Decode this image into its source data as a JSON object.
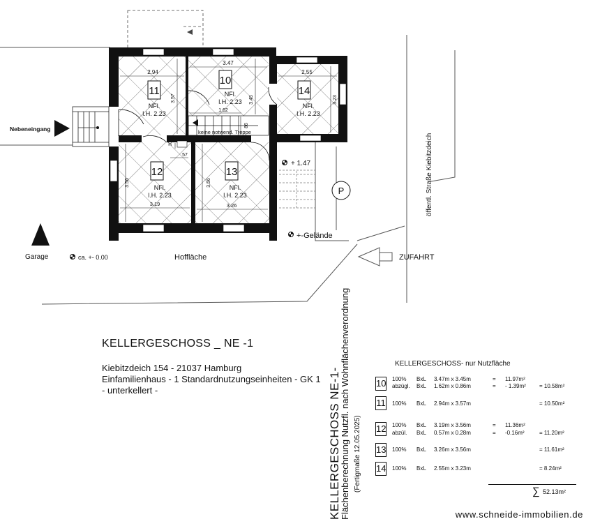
{
  "plan": {
    "rooms": [
      {
        "number": "11",
        "nfl": "NFl.",
        "lh": "l.H. 2.23",
        "width": "2.94",
        "depth": "3.57"
      },
      {
        "number": "10",
        "nfl": "NFl.",
        "lh": "l.H. 2.23",
        "width": "3.47",
        "depth": "3.45"
      },
      {
        "number": "14",
        "nfl": "NFl.",
        "lh": "l.H. 2.23",
        "width": "2.55",
        "depth": "3.23"
      },
      {
        "number": "12",
        "nfl": "NFl.",
        "lh": "l.H. 2.23",
        "width": "3.19",
        "depth": "3.56"
      },
      {
        "number": "13",
        "nfl": "NFl.",
        "lh": "l.H. 2.23",
        "width": "3.26",
        "depth": "3.56"
      }
    ],
    "dim_stair_width": "1.62",
    "dim_stair_depth": "86",
    "dim_small_30": "30",
    "dim_small_57": "57",
    "stair_note": "keine notwend. Treppe",
    "labels": {
      "nebeneingang": "Nebeneingang",
      "garage": "Garage",
      "level_zero": "ca. +- 0.00",
      "hofflaeche": "Hoffläche",
      "level_147": "+ 1.47",
      "gelaende": "+-Gelände",
      "zufahrt": "ZUFAHRT",
      "parking": "P",
      "street": "öffentl. Straße Kiebitzdeich"
    }
  },
  "title": "KELLERGESCHOSS _ NE -1",
  "address_lines": [
    "Kiebitzdeich 154  - 21037 Hamburg",
    "Einfamilienhaus - 1 Standardnutzungseinheiten  -  GK 1",
    "- unterkellert -"
  ],
  "vertical": {
    "line1": "KELLERGESCHOSS NE-1-",
    "line2": "Flächenberechnung Nutzfl. nach Wohnflächenverordnung",
    "line3": "(Fertigmaße 12.05.2025)"
  },
  "area_table": {
    "title": "KELLERGESCHOSS- nur Nutzfläche",
    "rows": [
      {
        "room": "10",
        "lines": [
          {
            "pct": "100%",
            "bxl": "BxL",
            "dims": "3.47m x 3.45m",
            "eq": "=",
            "sub": "11.97m²",
            "total": ""
          },
          {
            "pct": "abzügl.",
            "bxl": "BxL",
            "dims": "1.62m x 0.86m",
            "eq": "=",
            "sub": "- 1.39m²",
            "total": "= 10.58m²"
          }
        ]
      },
      {
        "room": "11",
        "lines": [
          {
            "pct": "100%",
            "bxl": "BxL",
            "dims": "2.94m x 3.57m",
            "eq": "",
            "sub": "",
            "total": "= 10.50m²"
          }
        ]
      },
      {
        "room": "12",
        "lines": [
          {
            "pct": "100%",
            "bxl": "BxL",
            "dims": "3.19m x 3.56m",
            "eq": "=",
            "sub": "11.36m²",
            "total": ""
          },
          {
            "pct": "abzül.",
            "bxl": "BxL",
            "dims": "0.57m x 0.28m",
            "eq": "=",
            "sub": "-0.16m²",
            "total": "= 11.20m²"
          }
        ]
      },
      {
        "room": "13",
        "lines": [
          {
            "pct": "100%",
            "bxl": "BxL",
            "dims": "3.26m x 3.56m",
            "eq": "",
            "sub": "",
            "total": "= 11.61m²"
          }
        ]
      },
      {
        "room": "14",
        "lines": [
          {
            "pct": "100%",
            "bxl": "BxL",
            "dims": "2.55m x 3.23m",
            "eq": "",
            "sub": "",
            "total": "=   8.24m²"
          }
        ]
      }
    ],
    "sum_symbol": "∑",
    "sum_value": "52.13m²"
  },
  "website": "www.schneide-immobilien.de"
}
